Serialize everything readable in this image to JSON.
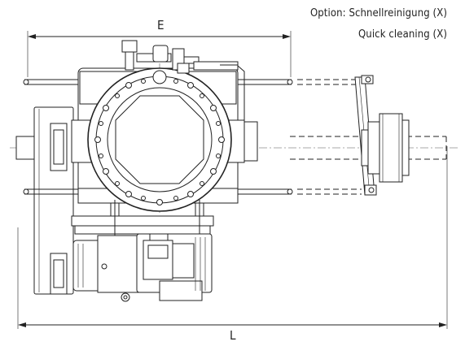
{
  "caption": {
    "line1": "Option: Schnellreinigung (X)",
    "line2": "Quick cleaning (X)"
  },
  "dimensions": {
    "e_label": "E",
    "l_label": "L"
  },
  "colors": {
    "line": "#222222",
    "background": "#ffffff"
  }
}
